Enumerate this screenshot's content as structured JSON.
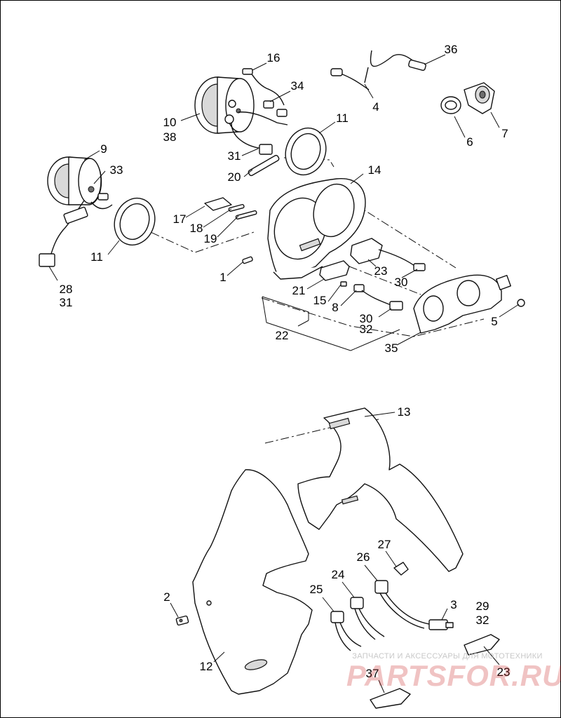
{
  "diagram": {
    "callouts": [
      "16",
      "36",
      "34",
      "4",
      "10",
      "38",
      "11",
      "6",
      "7",
      "9",
      "33",
      "31",
      "20",
      "14",
      "17",
      "18",
      "19",
      "11",
      "23",
      "30",
      "1",
      "21",
      "15",
      "8",
      "30",
      "32",
      "5",
      "22",
      "35",
      "28",
      "31",
      "13",
      "27",
      "26",
      "24",
      "25",
      "3",
      "29",
      "32",
      "2",
      "12",
      "23",
      "37"
    ]
  },
  "watermark": {
    "tagline": "ЗАПЧАСТИ И АКСЕССУАРЫ ДЛЯ МОТОТЕХНИКИ",
    "logo": "PARTSFOR.RU"
  }
}
